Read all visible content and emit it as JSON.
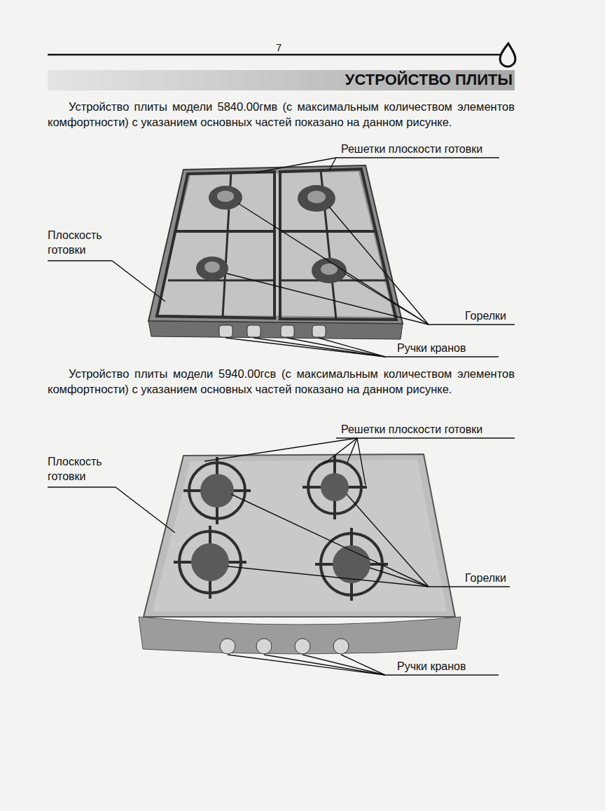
{
  "diagram": {
    "title": "УСТРОЙСТВО ПЛИТЫ",
    "labels": [
      "7",
      "Устройство плиты модели 5840.00гмв (с максимальным количеством элементов комфортности) с указанием основных частей показано на данном рисунке.",
      "Решетки плоскости готовки",
      "Плоскость готовки",
      "Горелки",
      "Ручки кранов",
      "Устройство плиты модели 5940.00гсв (с максимальным количеством элементов комфортности) с указанием основных частей показано на данном рисунке.",
      "Решетки плоскости готовки",
      "Плоскость готовки",
      "Горелки",
      "Ручки кранов"
    ]
  }
}
